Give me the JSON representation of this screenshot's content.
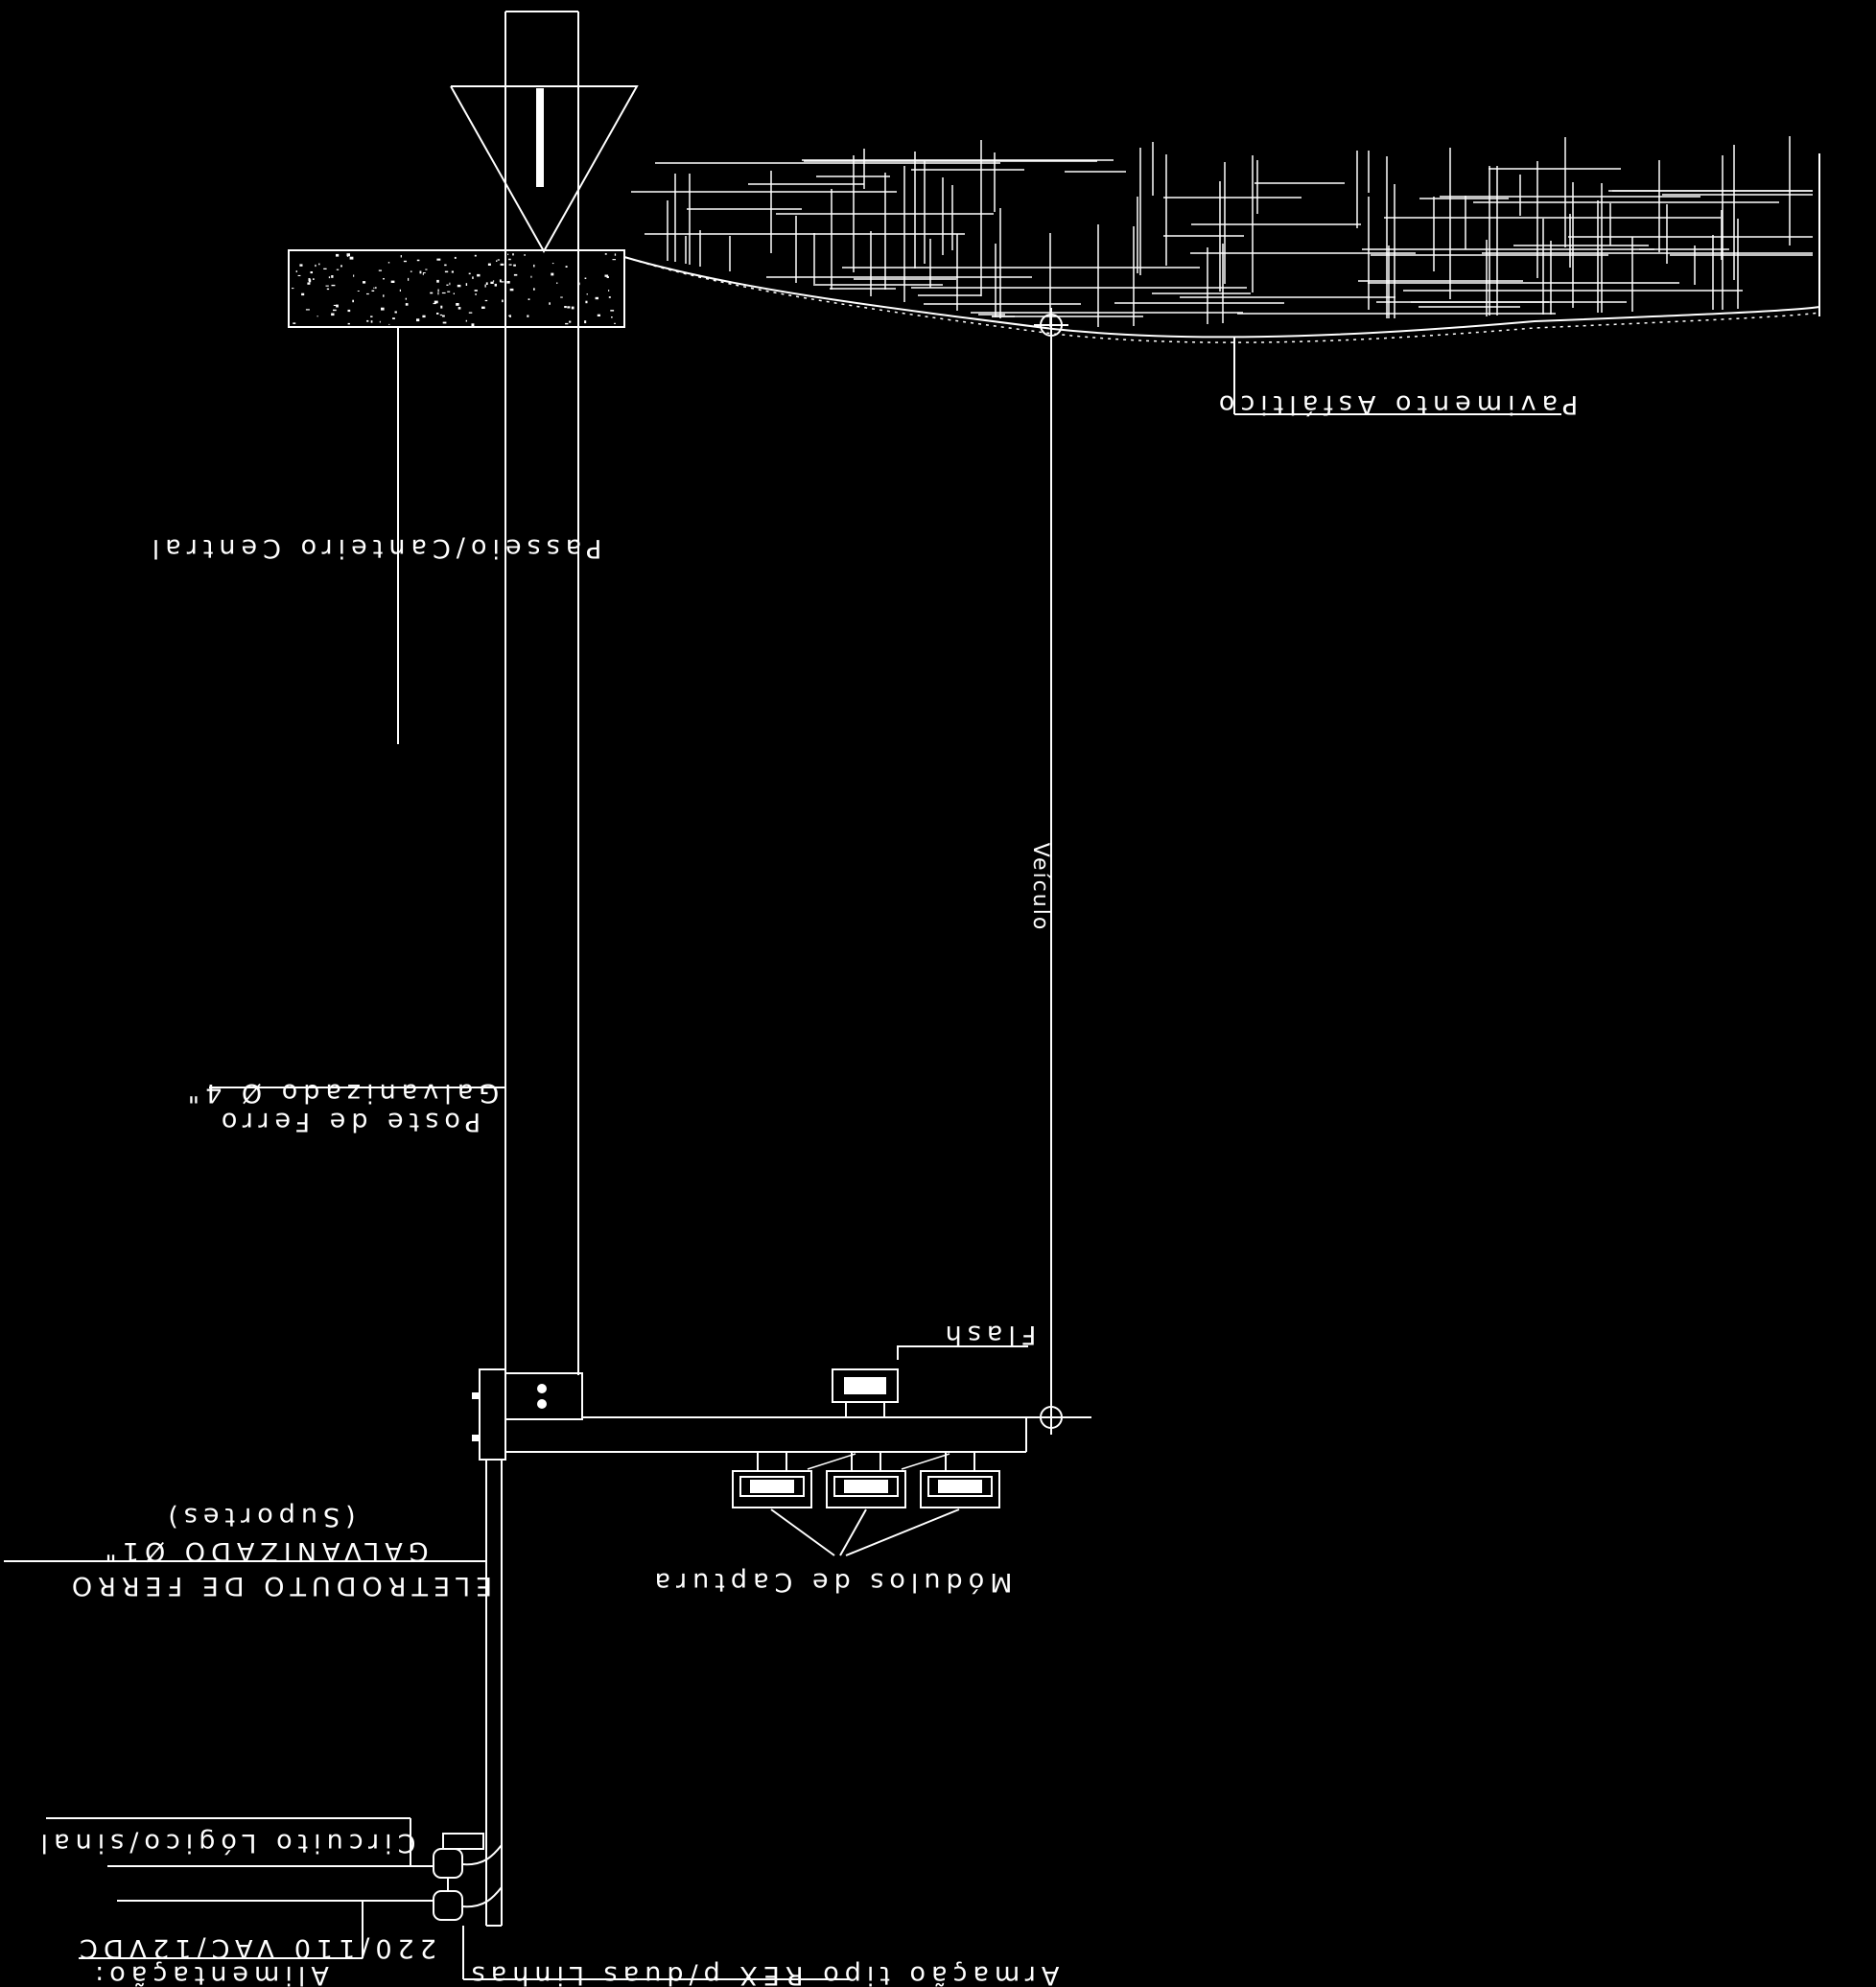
{
  "labels": {
    "passeio": "Passeio/Canteiro Central",
    "pavimento": "Pavimento Asfáltico",
    "veiculo": "Veículo",
    "poste_l1": "Poste de Ferro",
    "poste_l2": "Galvanizado Ø 4\"",
    "flash": "Flash",
    "eletroduto_l1": "ELETRODUTO DE FERRO",
    "eletroduto_l2": "GALVANIZADO Ø1\"",
    "eletroduto_l3": "(Suportes)",
    "modulos": "Módulos de Captura",
    "circuito": "Circuito Lógico/sinal",
    "alimentacao_l1": "220/110 VAC/12VDC",
    "alimentacao_l2": "Alimentação:",
    "armacao": "Armação tipo REX p/duas Linhas"
  }
}
